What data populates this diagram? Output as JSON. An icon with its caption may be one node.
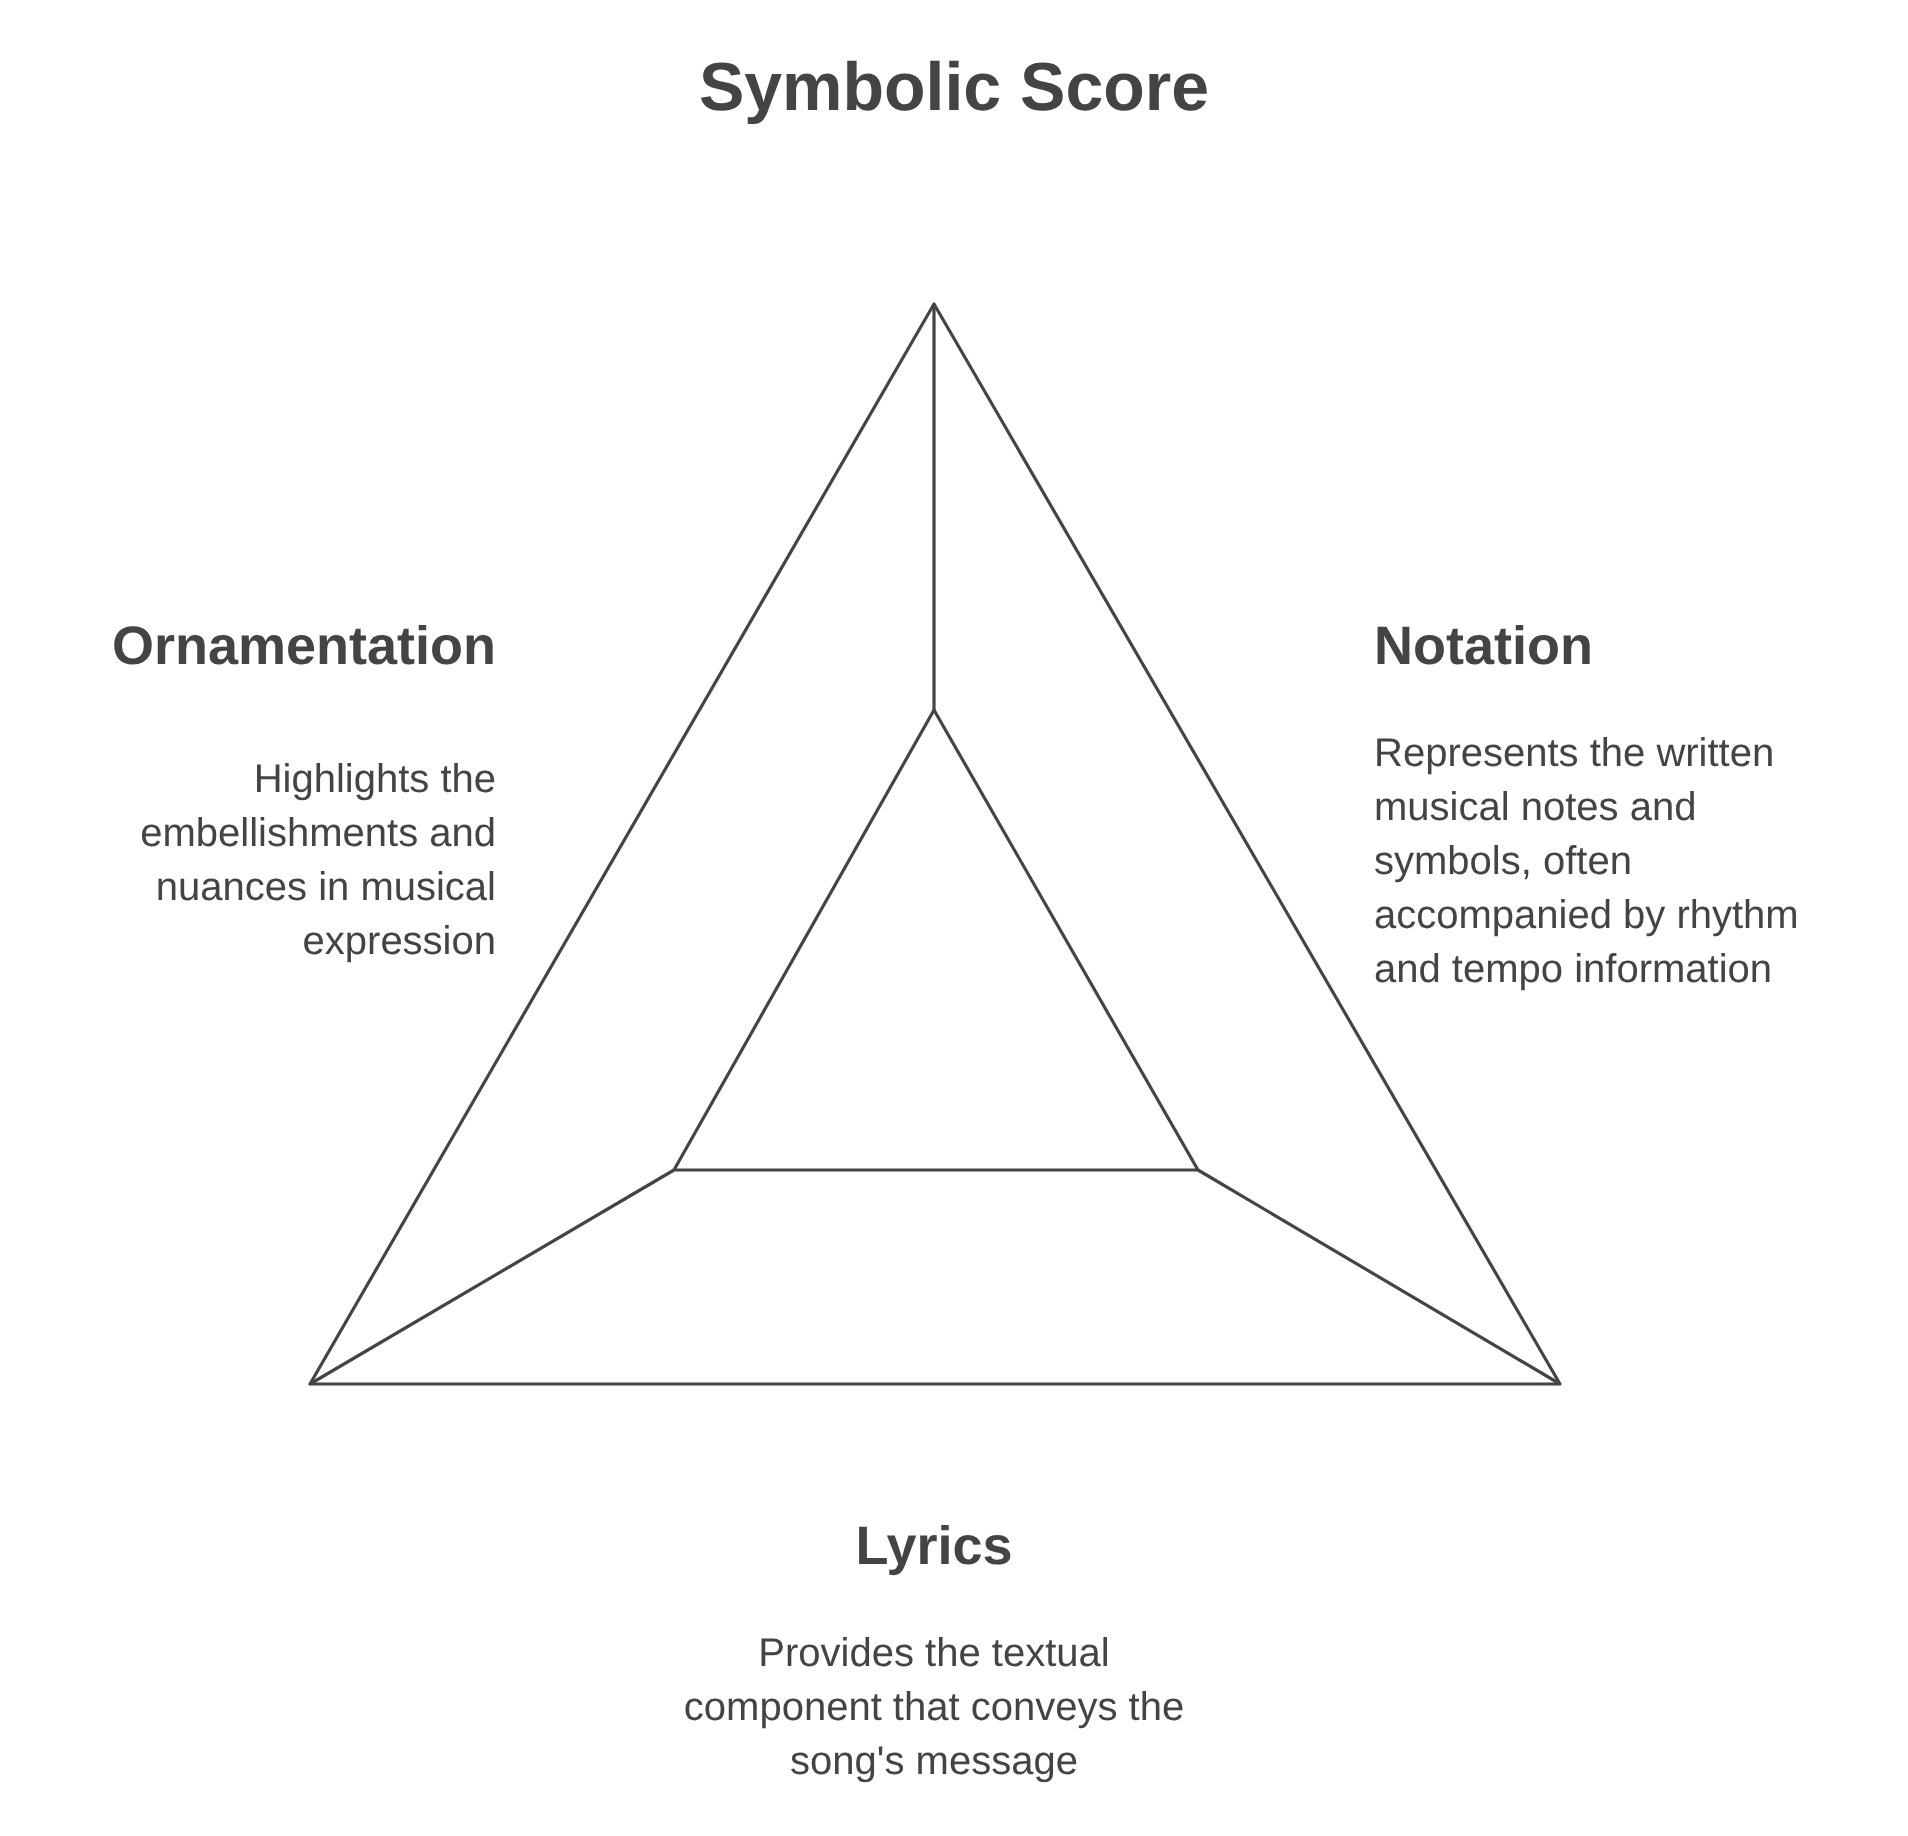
{
  "diagram": {
    "title": "Symbolic Score",
    "labels": [
      "Ornamentation",
      "Highlights the embellishments and nuances in musical expression",
      "Notation",
      "Represents the written musical notes and symbols, often accompanied by rhythm and tempo information",
      "Lyrics",
      "Provides the textual component that conveys the song's message"
    ]
  }
}
